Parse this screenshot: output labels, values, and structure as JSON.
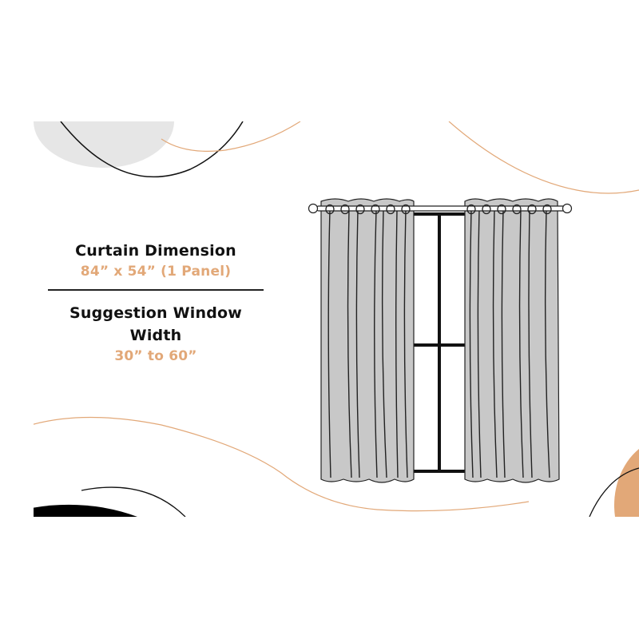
{
  "specs": {
    "dimension_title": "Curtain Dimension",
    "dimension_value": "84” x 54” (1 Panel)",
    "width_title": "Suggestion Window Width",
    "width_value": "30” to 60”"
  },
  "colors": {
    "accent": "#e2a878",
    "decor_gray": "#e6e6e6",
    "decor_black": "#000000",
    "curtain_fill": "#c8c8c8",
    "curtain_stroke": "#222222",
    "rod": "#ffffff"
  },
  "illustration": {
    "rings_per_panel": 6,
    "panels": 2
  }
}
